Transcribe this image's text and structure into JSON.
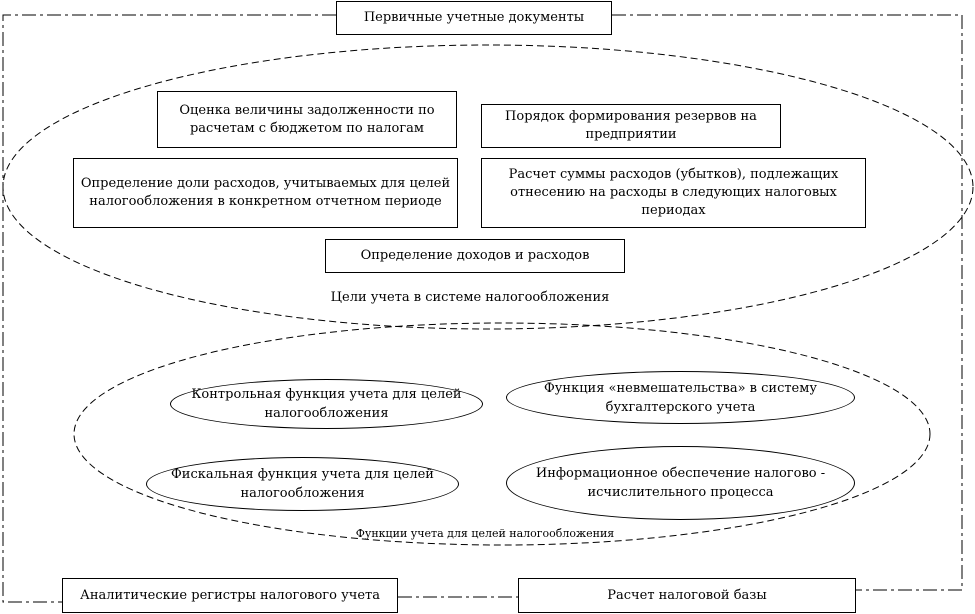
{
  "top_box": "Первичные учетные документы",
  "goals": {
    "caption": "Цели учета в системе налогообложения",
    "items": [
      "Оценка величины задолженности по расчетам с бюджетом по налогам",
      "Порядок формирования резервов на предприятии",
      "Определение доли расходов, учитываемых для целей налогообложения в конкретном отчетном периоде",
      "Расчет суммы расходов (убытков), подлежащих отнесению на расходы в следующих налоговых периодах",
      "Определение доходов и расходов"
    ]
  },
  "functions": {
    "caption": "Функции учета для целей налогообложения",
    "items": [
      "Контрольная функция учета для целей налогообложения",
      "Функция «невмешательства» в систему бухгалтерского учета",
      "Фискальная функция учета для целей налогообложения",
      "Информационное обеспечение налогово - исчислительного процесса"
    ]
  },
  "bottom_boxes": [
    "Аналитические регистры налогового учета",
    "Расчет налоговой базы"
  ]
}
